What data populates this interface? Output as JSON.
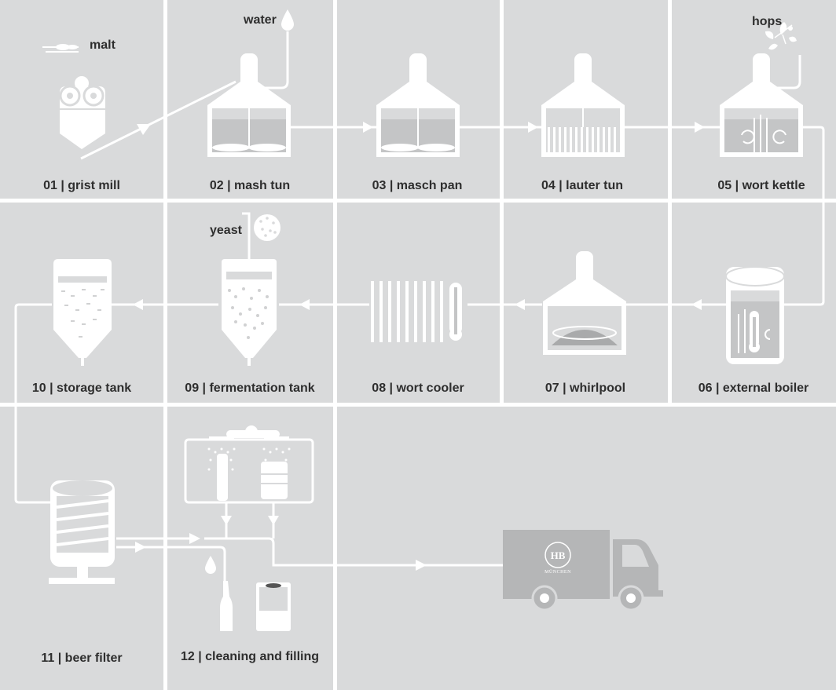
{
  "steps": [
    {
      "label": "01 | grist mill"
    },
    {
      "label": "02 | mash tun"
    },
    {
      "label": "03 | masch pan"
    },
    {
      "label": "04 | lauter tun"
    },
    {
      "label": "05 | wort kettle"
    },
    {
      "label": "06 | external boiler"
    },
    {
      "label": "07 | whirlpool"
    },
    {
      "label": "08 | wort cooler"
    },
    {
      "label": "09 | fermentation tank"
    },
    {
      "label": "10 | storage tank"
    },
    {
      "label": "11 | beer filter"
    },
    {
      "label": "12 | cleaning and filling"
    }
  ],
  "ingredients": {
    "malt": "malt",
    "water": "water",
    "hops": "hops",
    "yeast": "yeast"
  },
  "truck": {
    "logo": "HB",
    "text": "MÜNCHEN"
  },
  "colors": {
    "background": "#d9dadb",
    "line": "#ffffff",
    "label": "#2e2e2e",
    "truck": "#b5b6b7"
  }
}
